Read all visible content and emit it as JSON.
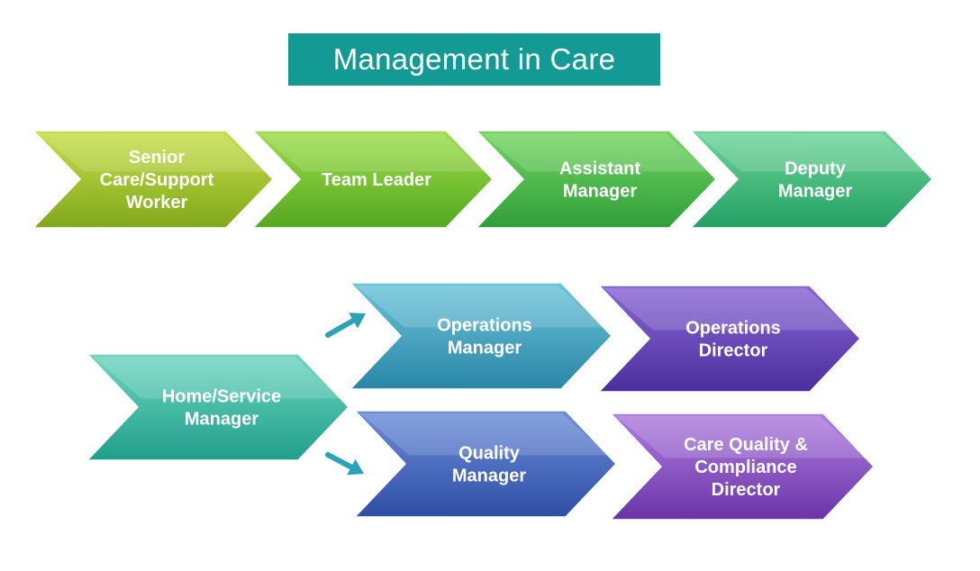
{
  "title": "Management in Care",
  "colors": {
    "title_bg": "#149a95",
    "arrow_connector": "#2aa2b8"
  },
  "row1": [
    {
      "lines": [
        "Senior",
        "Care/Support",
        "Worker"
      ],
      "color_top": "#c8e04a",
      "color_bottom": "#7fa81a"
    },
    {
      "lines": [
        "Team Leader"
      ],
      "color_top": "#9ede4a",
      "color_bottom": "#54a820"
    },
    {
      "lines": [
        "Assistant",
        "Manager"
      ],
      "color_top": "#74d660",
      "color_bottom": "#2f9e3a"
    },
    {
      "lines": [
        "Deputy",
        "Manager"
      ],
      "color_top": "#6fd699",
      "color_bottom": "#23a064"
    }
  ],
  "home_manager": {
    "lines": [
      "Home/Service",
      "Manager"
    ],
    "color_top": "#6fd6c0",
    "color_bottom": "#1f9f8a"
  },
  "branch_top": [
    {
      "lines": [
        "Operations",
        "Manager"
      ],
      "color_top": "#6cc4d8",
      "color_bottom": "#2a86a8"
    },
    {
      "lines": [
        "Operations",
        "Director"
      ],
      "color_top": "#8a68d6",
      "color_bottom": "#4a2e9c"
    }
  ],
  "branch_bottom": [
    {
      "lines": [
        "Quality",
        "Manager"
      ],
      "color_top": "#6c8fd8",
      "color_bottom": "#2e4ea6"
    },
    {
      "lines": [
        "Care Quality &",
        "Compliance",
        "Director"
      ],
      "color_top": "#b07ee0",
      "color_bottom": "#6a34a8"
    }
  ]
}
